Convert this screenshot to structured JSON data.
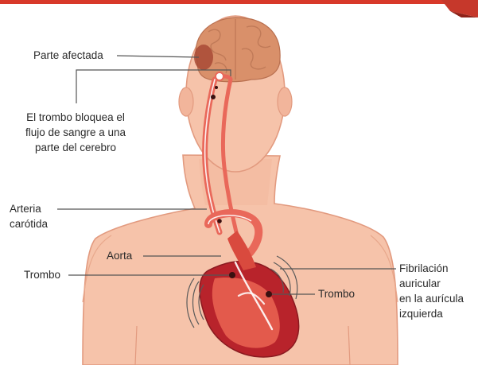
{
  "colors": {
    "skin": "#f6c3aa",
    "skin_outline": "#e29a7f",
    "brain": "#d9906a",
    "artery": "#e9685a",
    "heart_dark": "#b8232b",
    "heart_light": "#e35a4c",
    "leader_line": "#555555",
    "top_bar": "#d8392a"
  },
  "labels": {
    "affected_part": "Parte afectada",
    "clot_blocks": [
      "El trombo bloquea el",
      "flujo de sangre a una",
      "parte del cerebro"
    ],
    "carotid": [
      "Arteria",
      "carótida"
    ],
    "aorta": "Aorta",
    "clot_left": "Trombo",
    "clot_right": "Trombo",
    "fibrillation": [
      "Fibrilación",
      "auricular",
      "en la aurícula",
      "izquierda"
    ]
  }
}
